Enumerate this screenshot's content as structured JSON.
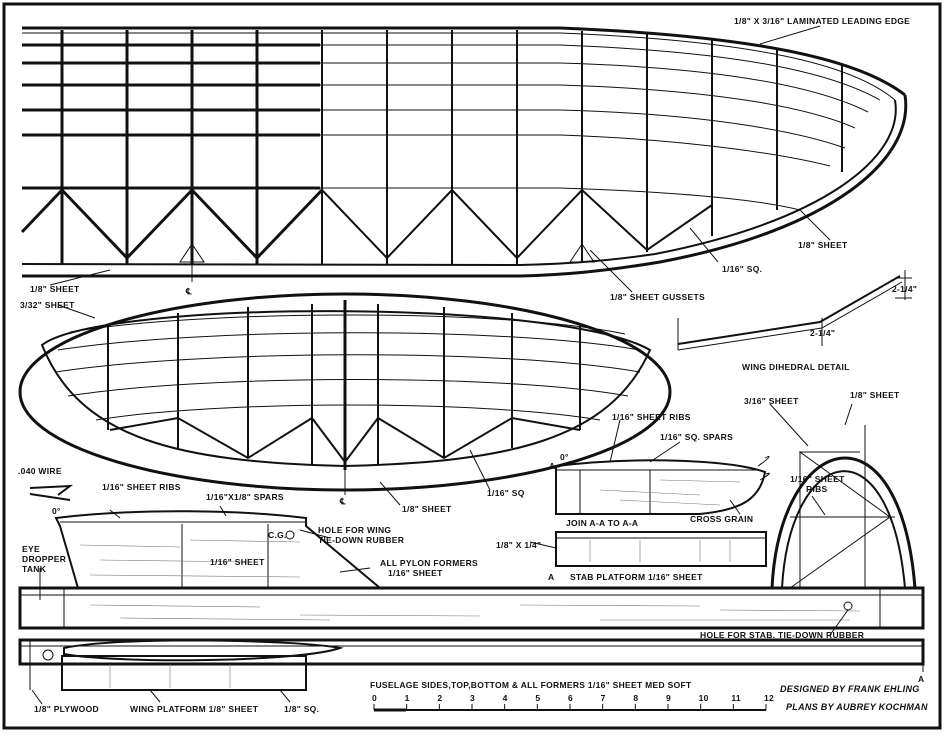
{
  "wing_labels": {
    "leading_edge": "1/8\" X 3/16\" LAMINATED LEADING EDGE",
    "sheet_tip": "1/8\" SHEET",
    "sq": "1/16\" SQ.",
    "gussets": "1/8\" SHEET GUSSETS",
    "sheet_te": "1/8\" SHEET",
    "centerline": "℄"
  },
  "stab_labels": {
    "sheet_332": "3/32\" SHEET",
    "sheet_18": "1/8\" SHEET",
    "sq": "1/16\" SQ",
    "centerline": "℄"
  },
  "dihedral": {
    "title": "WING DIHEDRAL DETAIL",
    "dim1": "2-1/4\"",
    "dim2": "2-1/4\""
  },
  "pylon_labels": {
    "wire": ".040 WIRE",
    "ribs": "1/16\" SHEET RIBS",
    "spars": "1/16\"X1/8\" SPARS",
    "zero": "0°",
    "cg": "C.G.",
    "hole": "HOLE FOR WING",
    "hole2": "TIE-DOWN RUBBER",
    "sheet": "1/16\" SHEET",
    "formers": "ALL PYLON FORMERS",
    "formers2": "1/16\" SHEET",
    "tank": "EYE",
    "tank2": "DROPPER",
    "tank3": "TANK"
  },
  "stab_platform": {
    "ribs": "1/16\" SHEET RIBS",
    "spars": "1/16\" SQ. SPARS",
    "zero": "0°",
    "a": "A",
    "join": "JOIN A-A TO A-A",
    "grain": "CROSS GRAIN",
    "dim": "1/8\" X 1/4\"",
    "title": "STAB PLATFORM 1/16\" SHEET",
    "a2": "A"
  },
  "fin_labels": {
    "sheet316": "3/16\" SHEET",
    "sheet18": "1/8\" SHEET",
    "ribs": "1/16\" SHEET",
    "ribs2": "RIBS"
  },
  "fuselage_labels": {
    "stab_hole": "HOLE FOR STAB. TIE-DOWN RUBBER",
    "note": "FUSELAGE SIDES,TOP,BOTTOM & ALL FORMERS 1/16\" SHEET MED SOFT",
    "plywood": "1/8\" PLYWOOD",
    "platform": "WING PLATFORM 1/8\" SHEET",
    "sq": "1/8\" SQ.",
    "a": "A"
  },
  "scale": {
    "ticks": [
      "0",
      "1",
      "2",
      "3",
      "4",
      "5",
      "6",
      "7",
      "8",
      "9",
      "10",
      "11",
      "12"
    ]
  },
  "credits": {
    "designer": "DESIGNED BY FRANK EHLING",
    "plans": "PLANS BY AUBREY KOCHMAN"
  }
}
